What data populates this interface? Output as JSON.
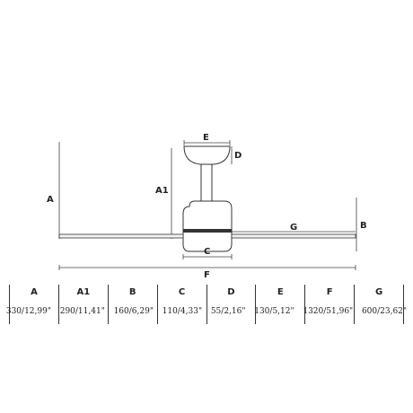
{
  "labels": {
    "A": "A",
    "A1": "A1",
    "B": "B",
    "C": "C",
    "D": "D",
    "E": "E",
    "F": "F",
    "G": "G"
  },
  "table": {
    "headers": [
      "A",
      "A1",
      "B",
      "C",
      "D",
      "E",
      "F",
      "G"
    ],
    "values": [
      "330/12,99\"",
      "290/11,41\"",
      "160/6,29\"",
      "110/4,33\"",
      "55/2,16\"",
      "130/5,12\"",
      "1320/51,96\"",
      "600/23,62\""
    ]
  }
}
